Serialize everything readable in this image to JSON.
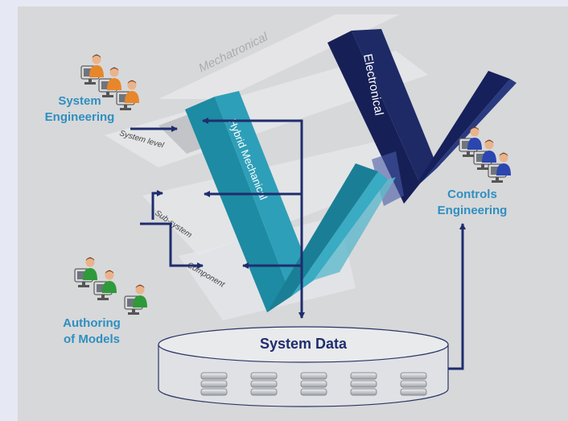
{
  "colors": {
    "background": "#d7d8da",
    "outer_background": "#e6e9f3",
    "teal": "#2e9fb8",
    "navy": "#1e2a66",
    "arrow": "#1f2d6e",
    "team_label": "#2f8fc0"
  },
  "diagram": {
    "planes": {
      "mechatronical": "Mechatronical",
      "system_level": "System level",
      "sub_system": "Sub-system",
      "component": "Component"
    },
    "v_models": {
      "electronical": "Electronical",
      "hybrid_mechanical": "Hybrid Mechanical"
    },
    "database": {
      "label": "System Data"
    },
    "teams": {
      "system_engineering": [
        "System",
        "Engineering"
      ],
      "controls_engineering": [
        "Controls",
        "Engineering"
      ],
      "authoring_of_models": [
        "Authoring",
        "of Models"
      ]
    },
    "icons": [
      "engineer-workstation-icon",
      "database-disk-icon",
      "arrow-icon"
    ]
  }
}
